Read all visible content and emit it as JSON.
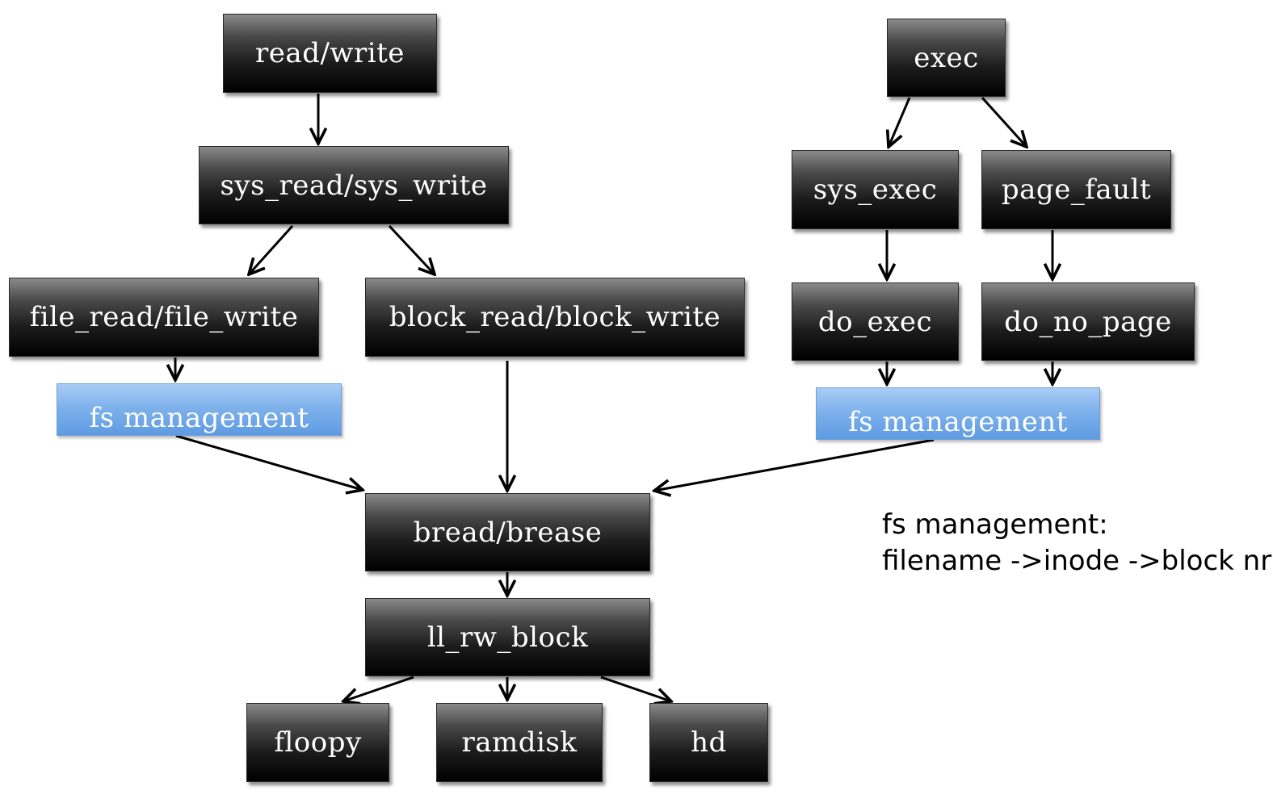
{
  "nodes": {
    "read_write": "read/write",
    "sys_read_write": "sys_read/sys_write",
    "file_read_write": "file_read/file_write",
    "block_read_write": "block_read/block_write",
    "fs_mgmt_left": "fs management",
    "exec": "exec",
    "sys_exec": "sys_exec",
    "page_fault": "page_fault",
    "do_exec": "do_exec",
    "do_no_page": "do_no_page",
    "fs_mgmt_right": "fs management",
    "bread": "bread/brease",
    "ll_rw_block": "ll_rw_block",
    "floopy": "floopy",
    "ramdisk": "ramdisk",
    "hd": "hd"
  },
  "note": {
    "line1": "fs management:",
    "line2": "filename ->inode ->block nr"
  },
  "edges": [
    {
      "from": "read_write",
      "to": "sys_read_write"
    },
    {
      "from": "sys_read_write",
      "to": "file_read_write"
    },
    {
      "from": "sys_read_write",
      "to": "block_read_write"
    },
    {
      "from": "file_read_write",
      "to": "fs_mgmt_left"
    },
    {
      "from": "block_read_write",
      "to": "bread"
    },
    {
      "from": "fs_mgmt_left",
      "to": "bread"
    },
    {
      "from": "exec",
      "to": "sys_exec"
    },
    {
      "from": "exec",
      "to": "page_fault"
    },
    {
      "from": "sys_exec",
      "to": "do_exec"
    },
    {
      "from": "page_fault",
      "to": "do_no_page"
    },
    {
      "from": "do_exec",
      "to": "fs_mgmt_right"
    },
    {
      "from": "do_no_page",
      "to": "fs_mgmt_right"
    },
    {
      "from": "fs_mgmt_right",
      "to": "bread"
    },
    {
      "from": "bread",
      "to": "ll_rw_block"
    },
    {
      "from": "ll_rw_block",
      "to": "floopy"
    },
    {
      "from": "ll_rw_block",
      "to": "ramdisk"
    },
    {
      "from": "ll_rw_block",
      "to": "hd"
    }
  ]
}
